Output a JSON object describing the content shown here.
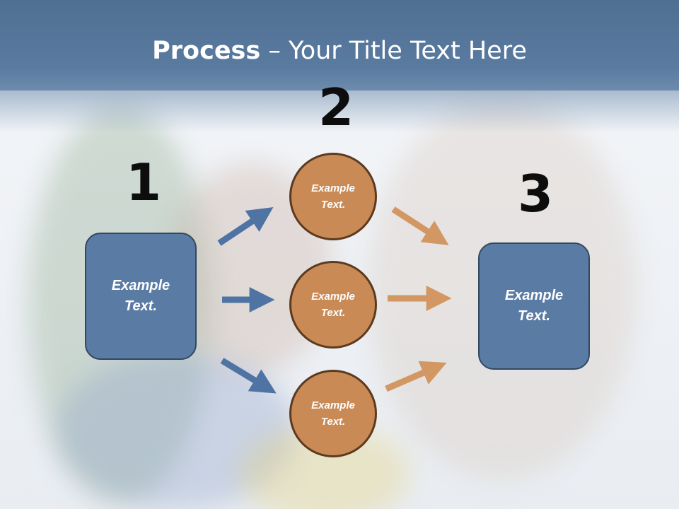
{
  "title": {
    "bold": "Process",
    "rest": " – Your Title Text Here"
  },
  "steps": [
    {
      "number": "1",
      "box_text": [
        "Example",
        "Text."
      ]
    },
    {
      "number": "2",
      "circles": [
        {
          "text": [
            "Example",
            "Text."
          ]
        },
        {
          "text": [
            "Example",
            "Text."
          ]
        },
        {
          "text": [
            "Example",
            "Text."
          ]
        }
      ]
    },
    {
      "number": "3",
      "box_text": [
        "Example",
        "Text."
      ]
    }
  ],
  "colors": {
    "header": "#5a7ba0",
    "box": "#5a7ba3",
    "circle": "#c98a55",
    "arrow_blue": "#4f74a3",
    "arrow_orange": "#d39763"
  }
}
